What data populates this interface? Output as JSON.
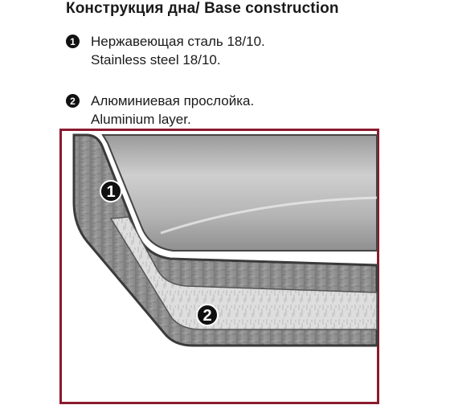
{
  "title": "Конструкция дна/ Base construction",
  "legend": [
    {
      "number": "1",
      "line_ru": "Нержавеющая сталь 18/10.",
      "line_en": "Stainless steel 18/10."
    },
    {
      "number": "2",
      "line_ru": "Алюминиевая прослойка.",
      "line_en": "Aluminium layer."
    }
  ],
  "colors": {
    "frame": "#8b1a2e",
    "steel": "#8c8c8c",
    "steel_edge": "#3a3a3a",
    "pan_interior": "#bdbdbd",
    "aluminium": "#dcdcdc",
    "badge": "#111111"
  }
}
